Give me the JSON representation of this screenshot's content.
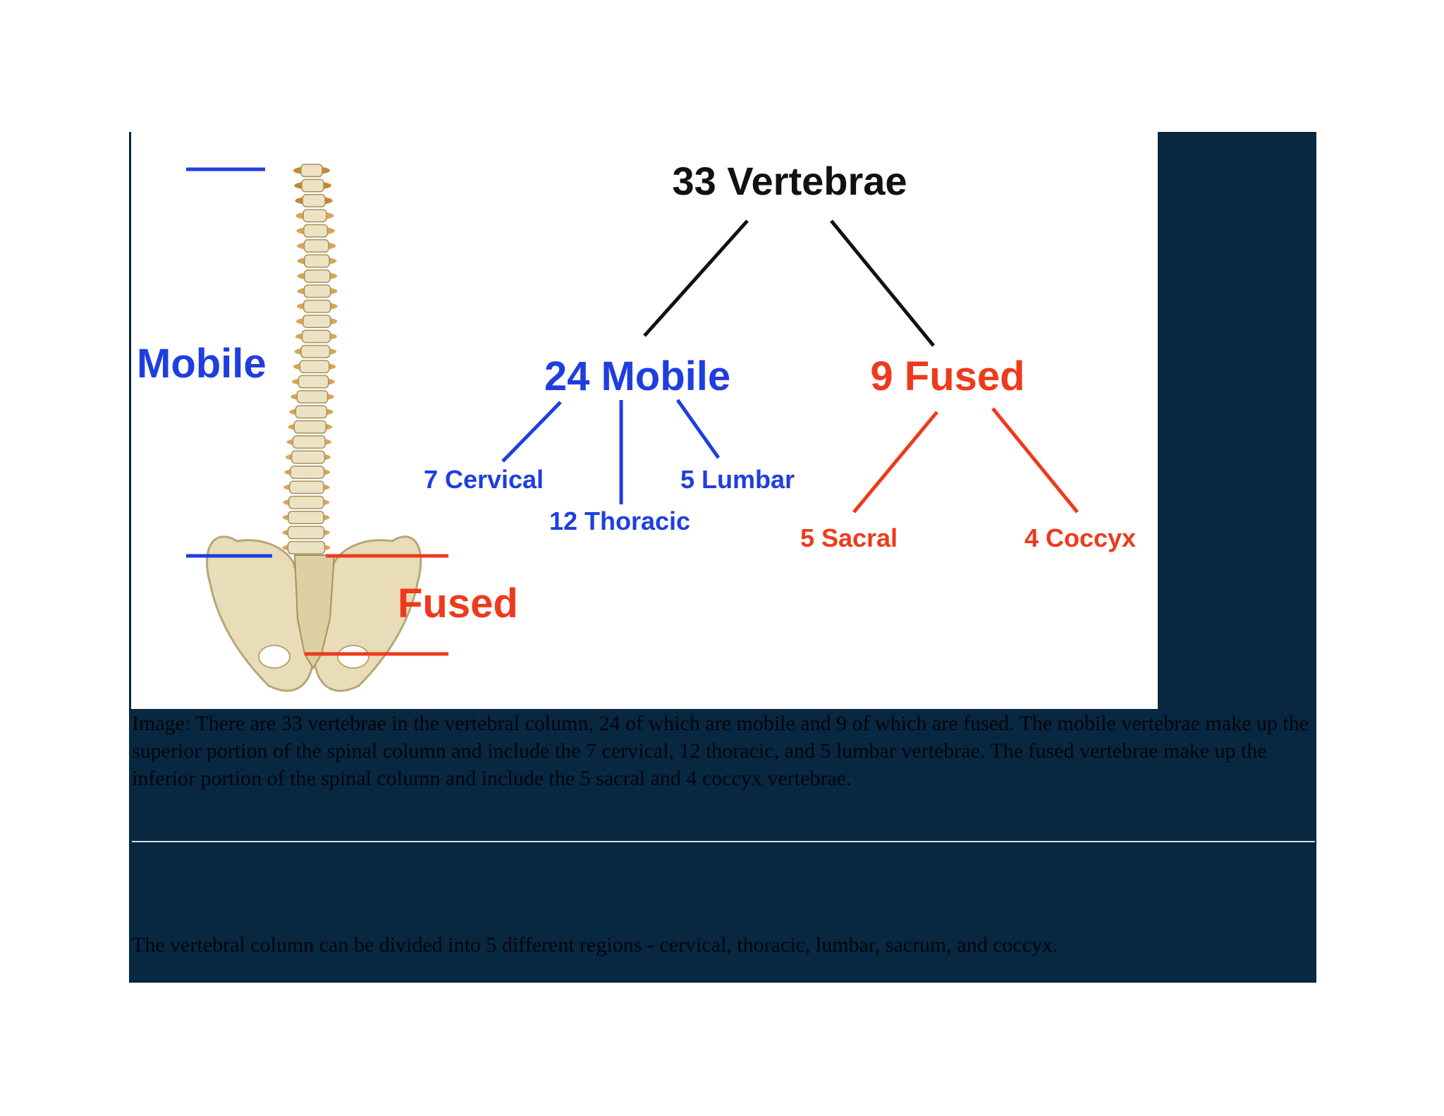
{
  "colors": {
    "panel_bg": "#082741",
    "mobile_blue": "#1f3ee0",
    "fused_red": "#ee3a1c",
    "tree_black": "#111111"
  },
  "figure": {
    "spine_labels": {
      "mobile": "Mobile",
      "fused": "Fused"
    },
    "tree": {
      "root": "33 Vertebrae",
      "mobile": "24 Mobile",
      "fused": "9 Fused",
      "cervical": "7 Cervical",
      "thoracic": "12 Thoracic",
      "lumbar": "5 Lumbar",
      "sacral": "5 Sacral",
      "coccyx": "4 Coccyx"
    }
  },
  "caption": "Image: There are 33 vertebrae in the vertebral column, 24 of which are mobile and 9 of which are fused. The mobile vertebrae make up the superior portion of the spinal column and include the 7 cervical, 12 thoracic, and 5 lumbar vertebrae. The fused vertebrae make up the inferior portion of the spinal column and include the 5 sacral and 4 coccyx vertebrae.",
  "summary": "The vertebral column can be divided into 5 different regions - cervical, thoracic, lumbar, sacrum, and coccyx."
}
